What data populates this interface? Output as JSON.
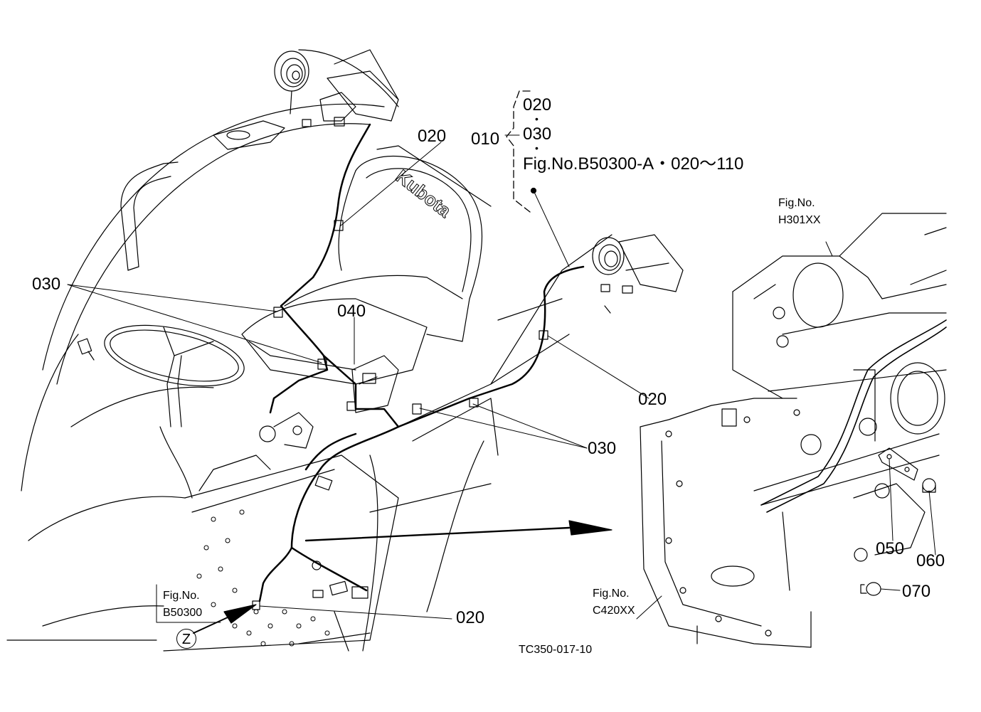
{
  "callouts": {
    "c010": "010",
    "c020_top": "020",
    "c030_top": "030",
    "bracket_ref": "Fig.No.B50300-A・020～110",
    "c020_seat": "020",
    "c030_left": "030",
    "c040": "040",
    "c020_right": "020",
    "c030_mid": "030",
    "c020_bottom": "020",
    "c050": "050",
    "c060": "060",
    "c070": "070"
  },
  "figure_refs": {
    "h301_line1": "Fig.No.",
    "h301_line2": "H301XX",
    "c420_line1": "Fig.No.",
    "c420_line2": "C420XX",
    "b503_line1": "Fig.No.",
    "b503_line2": "B50300",
    "view_marker": "Z"
  },
  "seat_brand": "Kubota",
  "drawing_code": "TC350-017-10"
}
